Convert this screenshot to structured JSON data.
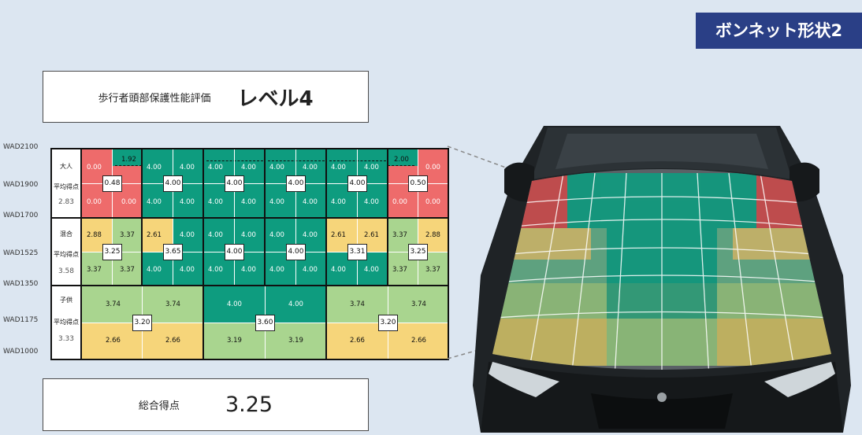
{
  "header": {
    "badge_label": "ボンネット形状2"
  },
  "evaluation": {
    "label": "歩行者頭部保護性能評価",
    "value": "レベル4"
  },
  "total": {
    "label": "総合得点",
    "value": "3.25"
  },
  "wad_labels": [
    "WAD2100",
    "WAD1900",
    "WAD1700",
    "WAD1525",
    "WAD1350",
    "WAD1175",
    "WAD1000"
  ],
  "groups": {
    "adult": {
      "name": "大人",
      "avg_label": "平均得点",
      "avg": "2.83"
    },
    "mixed": {
      "name": "混合",
      "avg_label": "平均得点",
      "avg": "3.58"
    },
    "child": {
      "name": "子供",
      "avg_label": "平均得点",
      "avg": "3.33"
    }
  },
  "adult_row": {
    "blocks": [
      {
        "avg": "0.48",
        "cells": [
          "0.00",
          "1.92",
          "0.00",
          "0.00"
        ]
      },
      {
        "avg": "4.00",
        "cells": [
          "4.00",
          "4.00",
          "4.00",
          "4.00"
        ]
      },
      {
        "avg": "4.00",
        "cells": [
          "4.00",
          "4.00",
          "4.00",
          "4.00"
        ]
      },
      {
        "avg": "4.00",
        "cells": [
          "4.00",
          "4.00",
          "4.00",
          "4.00"
        ]
      },
      {
        "avg": "4.00",
        "cells": [
          "4.00",
          "4.00",
          "4.00",
          "4.00"
        ]
      },
      {
        "avg": "0.50",
        "cells": [
          "2.00",
          "0.00",
          "0.00",
          "0.00"
        ]
      }
    ]
  },
  "mixed_row": {
    "blocks": [
      {
        "avg": "3.25",
        "cells": [
          "2.88",
          "3.37",
          "3.37",
          "3.37"
        ]
      },
      {
        "avg": "3.65",
        "cells": [
          "2.61",
          "4.00",
          "4.00",
          "4.00"
        ]
      },
      {
        "avg": "4.00",
        "cells": [
          "4.00",
          "4.00",
          "4.00",
          "4.00"
        ]
      },
      {
        "avg": "4.00",
        "cells": [
          "4.00",
          "4.00",
          "4.00",
          "4.00"
        ]
      },
      {
        "avg": "3.31",
        "cells": [
          "2.61",
          "2.61",
          "4.00",
          "4.00"
        ]
      },
      {
        "avg": "3.25",
        "cells": [
          "3.37",
          "2.88",
          "3.37",
          "3.37"
        ]
      }
    ]
  },
  "child_row": {
    "blocks": [
      {
        "avg": "3.20",
        "cells": [
          "3.74",
          "3.74",
          "2.66",
          "2.66"
        ]
      },
      {
        "avg": "3.60",
        "cells": [
          "4.00",
          "4.00",
          "3.19",
          "3.19"
        ]
      },
      {
        "avg": "3.20",
        "cells": [
          "3.74",
          "3.74",
          "2.66",
          "2.66"
        ]
      }
    ]
  },
  "colors": {
    "green": "#0e9c7f",
    "red": "#ee6b6b",
    "yellow": "#f6d57a",
    "light_green": "#a9d58f",
    "badge_bg": "#2a3f86",
    "panel_bg": "#dce6f1"
  }
}
